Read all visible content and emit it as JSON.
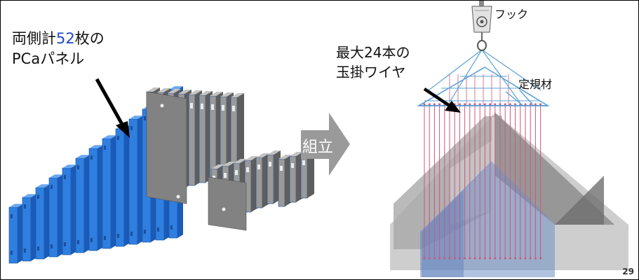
{
  "labels": {
    "panels_prefix": "両側計",
    "panels_count": "52",
    "panels_suffix": "枚の",
    "panels_line2": "PCaパネル",
    "wire_line1": "最大24本の",
    "wire_line2": "玉掛ワイヤ",
    "hook": "フック",
    "jig": "定規材",
    "assemble": "組立"
  },
  "page_number": "29",
  "colors": {
    "blue_panels": "#2f7fe0",
    "gray_panels": "#8a8a8a",
    "wire": "#d0557a",
    "jig": "#6aa8d8",
    "arrow": "#9a9a9a",
    "count_text": "#1f49c4"
  }
}
